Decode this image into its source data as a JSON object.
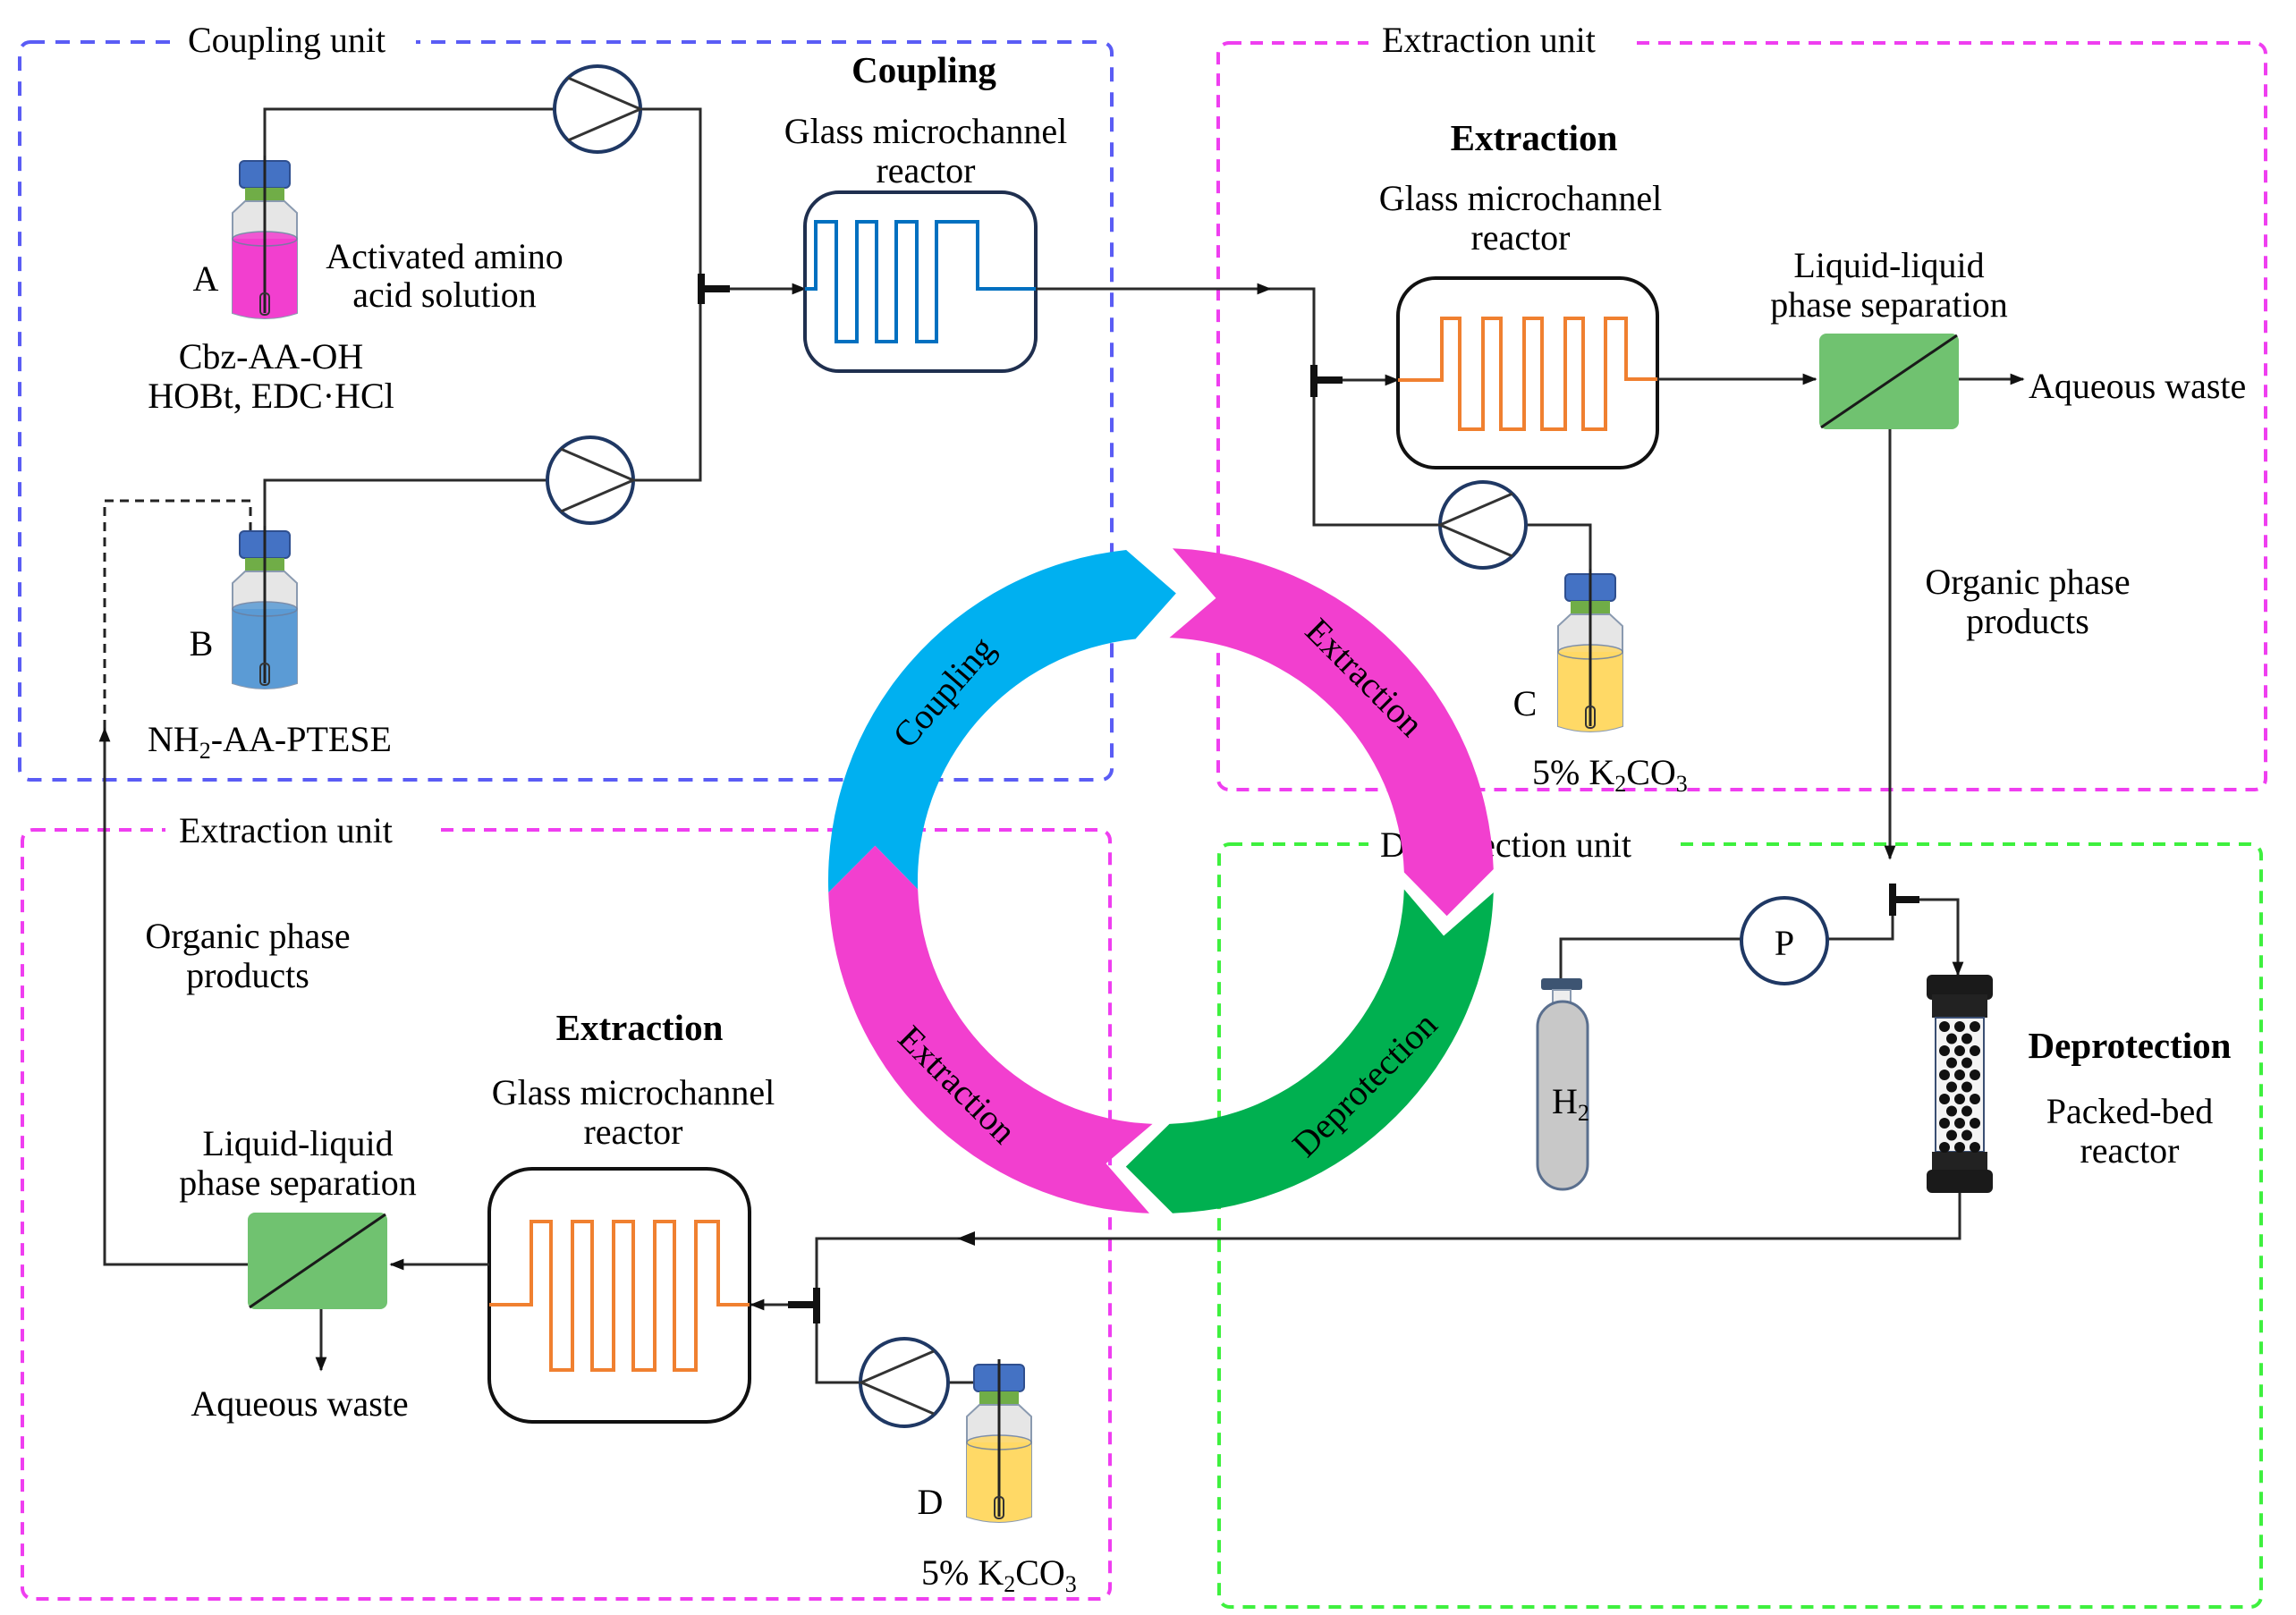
{
  "figure": {
    "colors": {
      "coupling_unit_border": "#5a5cf5",
      "extraction_unit_border": "#ef3ef0",
      "deprotection_unit_border": "#3ef03e",
      "coupling_arrow": "#00b0f0",
      "extraction_arrow": "#f23fcf",
      "deprotection_arrow": "#00b050",
      "coupling_channel": "#0070c0",
      "extraction_channel": "#f08030",
      "separator": "#70c270",
      "vial_cap": "#4472c4",
      "vial_neck": "#70ad47",
      "vial_a_liquid": "#f23fcf",
      "vial_b_liquid": "#5b9bd5",
      "vial_cd_liquid": "#ffd966"
    },
    "units": {
      "coupling": "Coupling unit",
      "extraction_top": "Extraction unit",
      "extraction_bottom": "Extraction unit",
      "deprotection": "Deprotection unit"
    },
    "coupling_section": {
      "title": "Coupling",
      "reactor_line1": "Glass microchannel",
      "reactor_line2": "reactor",
      "vial_a_letter": "A",
      "vial_a_desc_line1": "Activated amino",
      "vial_a_desc_line2": "acid solution",
      "vial_a_reagents_line1": "Cbz-AA-OH",
      "vial_a_reagents_line2": "HOBt, EDC·HCl",
      "vial_b_letter": "B",
      "vial_b_label_pre": "NH",
      "vial_b_label_sub": "2",
      "vial_b_label_post": "-AA-PTESE"
    },
    "extraction_top_section": {
      "title": "Extraction",
      "reactor_line1": "Glass microchannel",
      "reactor_line2": "reactor",
      "separator_line1": "Liquid-liquid",
      "separator_line2": "phase separation",
      "waste": "Aqueous waste",
      "organic_line1": "Organic phase",
      "organic_line2": "products",
      "vial_c_letter": "C",
      "vial_c_label_pre": "5% K",
      "vial_c_label_sub1": "2",
      "vial_c_label_mid": "CO",
      "vial_c_label_sub2": "3"
    },
    "deprotection_section": {
      "title": "Deprotection",
      "reactor_line1": "Packed-bed",
      "reactor_line2": "reactor",
      "gauge": "P",
      "gas_pre": "H",
      "gas_sub": "2"
    },
    "extraction_bottom_section": {
      "title": "Extraction",
      "reactor_line1": "Glass microchannel",
      "reactor_line2": "reactor",
      "separator_line1": "Liquid-liquid",
      "separator_line2": "phase separation",
      "waste": "Aqueous waste",
      "organic_line1": "Organic phase",
      "organic_line2": "products",
      "vial_d_letter": "D",
      "vial_d_label_pre": "5% K",
      "vial_d_label_sub1": "2",
      "vial_d_label_mid": "CO",
      "vial_d_label_sub2": "3"
    },
    "cycle": {
      "coupling": "Coupling",
      "extraction_1": "Extraction",
      "deprotection": "Deprotection",
      "extraction_2": "Extraction"
    }
  }
}
